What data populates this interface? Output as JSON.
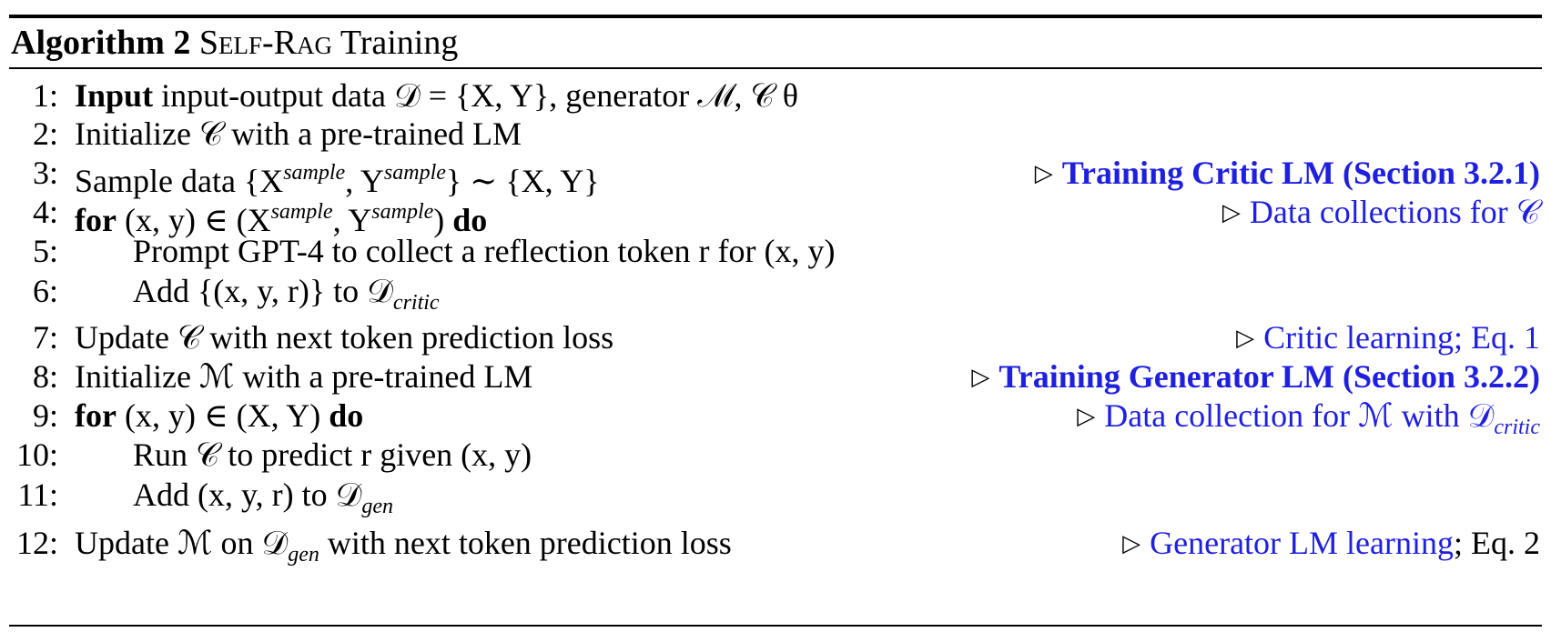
{
  "algorithm": {
    "label": "Algorithm 2",
    "name_part1": "Self-",
    "name_part2": "Rag",
    "name_part3": "Training"
  },
  "lines": [
    {
      "num": "1:",
      "kw": "Input",
      "text": "input-output data 𝒟 = {X, Y}, generator ℳ, 𝒞 θ"
    },
    {
      "num": "2:",
      "text": "Initialize 𝒞 with a pre-trained LM"
    },
    {
      "num": "3:",
      "text": "Sample data {X",
      "sup1": "sample",
      "mid": ", Y",
      "sup2": "sample",
      "tail": "} ∼ {X, Y}",
      "comment": "Training Critic LM (Section 3.2.1)"
    },
    {
      "num": "4:",
      "kw": "for",
      "text": "(x, y) ∈ (X",
      "sup1": "sample",
      "mid": ", Y",
      "sup2": "sample",
      "tail": ")",
      "kw2": "do",
      "comment": "Data collections for 𝒞"
    },
    {
      "num": "5:",
      "text": "Prompt GPT-4 to collect a reflection token r for (x, y)"
    },
    {
      "num": "6:",
      "text": "Add {(x, y, r)} to 𝒟",
      "sub": "critic"
    },
    {
      "num": "7:",
      "text": "Update 𝒞 with next token prediction loss",
      "comment": "Critic learning; Eq. 1"
    },
    {
      "num": "8:",
      "text": "Initialize ℳ with a pre-trained LM",
      "comment": "Training Generator LM (Section 3.2.2)"
    },
    {
      "num": "9:",
      "kw": "for",
      "text": "(x, y) ∈ (X, Y)",
      "kw2": "do",
      "comment": "Data collection for ℳ with 𝒟",
      "comment_sub": "critic"
    },
    {
      "num": "10:",
      "text": "Run 𝒞 to predict r given (x, y)"
    },
    {
      "num": "11:",
      "text": "Add (x, y, r) to 𝒟",
      "sub": "gen"
    },
    {
      "num": "12:",
      "text": "Update ℳ on 𝒟",
      "sub": "gen",
      "tail": "with next token prediction loss",
      "comment": "Generator LM learning",
      "comment_tail": "; Eq. 2"
    }
  ]
}
